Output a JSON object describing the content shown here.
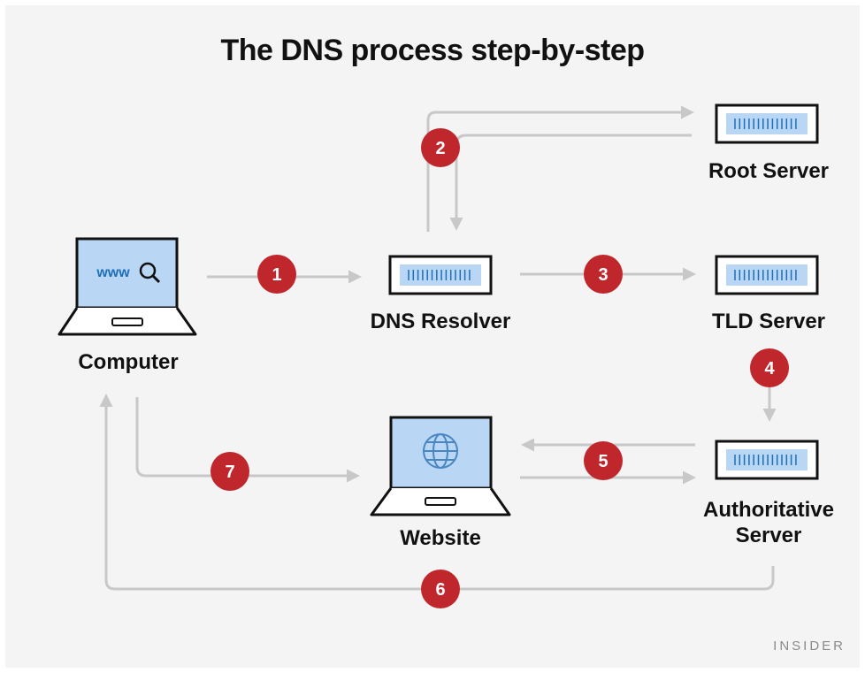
{
  "title": "The DNS process step-by-step",
  "nodes": {
    "computer": "Computer",
    "resolver": "DNS Resolver",
    "root": "Root Server",
    "tld": "TLD Server",
    "authoritative_line1": "Authoritative",
    "authoritative_line2": "Server",
    "website": "Website"
  },
  "screen_text": "www",
  "steps": [
    "1",
    "2",
    "3",
    "4",
    "5",
    "6",
    "7"
  ],
  "brand": "INSIDER",
  "colors": {
    "background": "#f4f4f4",
    "arrow": "#c8c8c8",
    "step_badge": "#c0272d",
    "screen_fill": "#b9d6f5",
    "outline": "#111111"
  }
}
